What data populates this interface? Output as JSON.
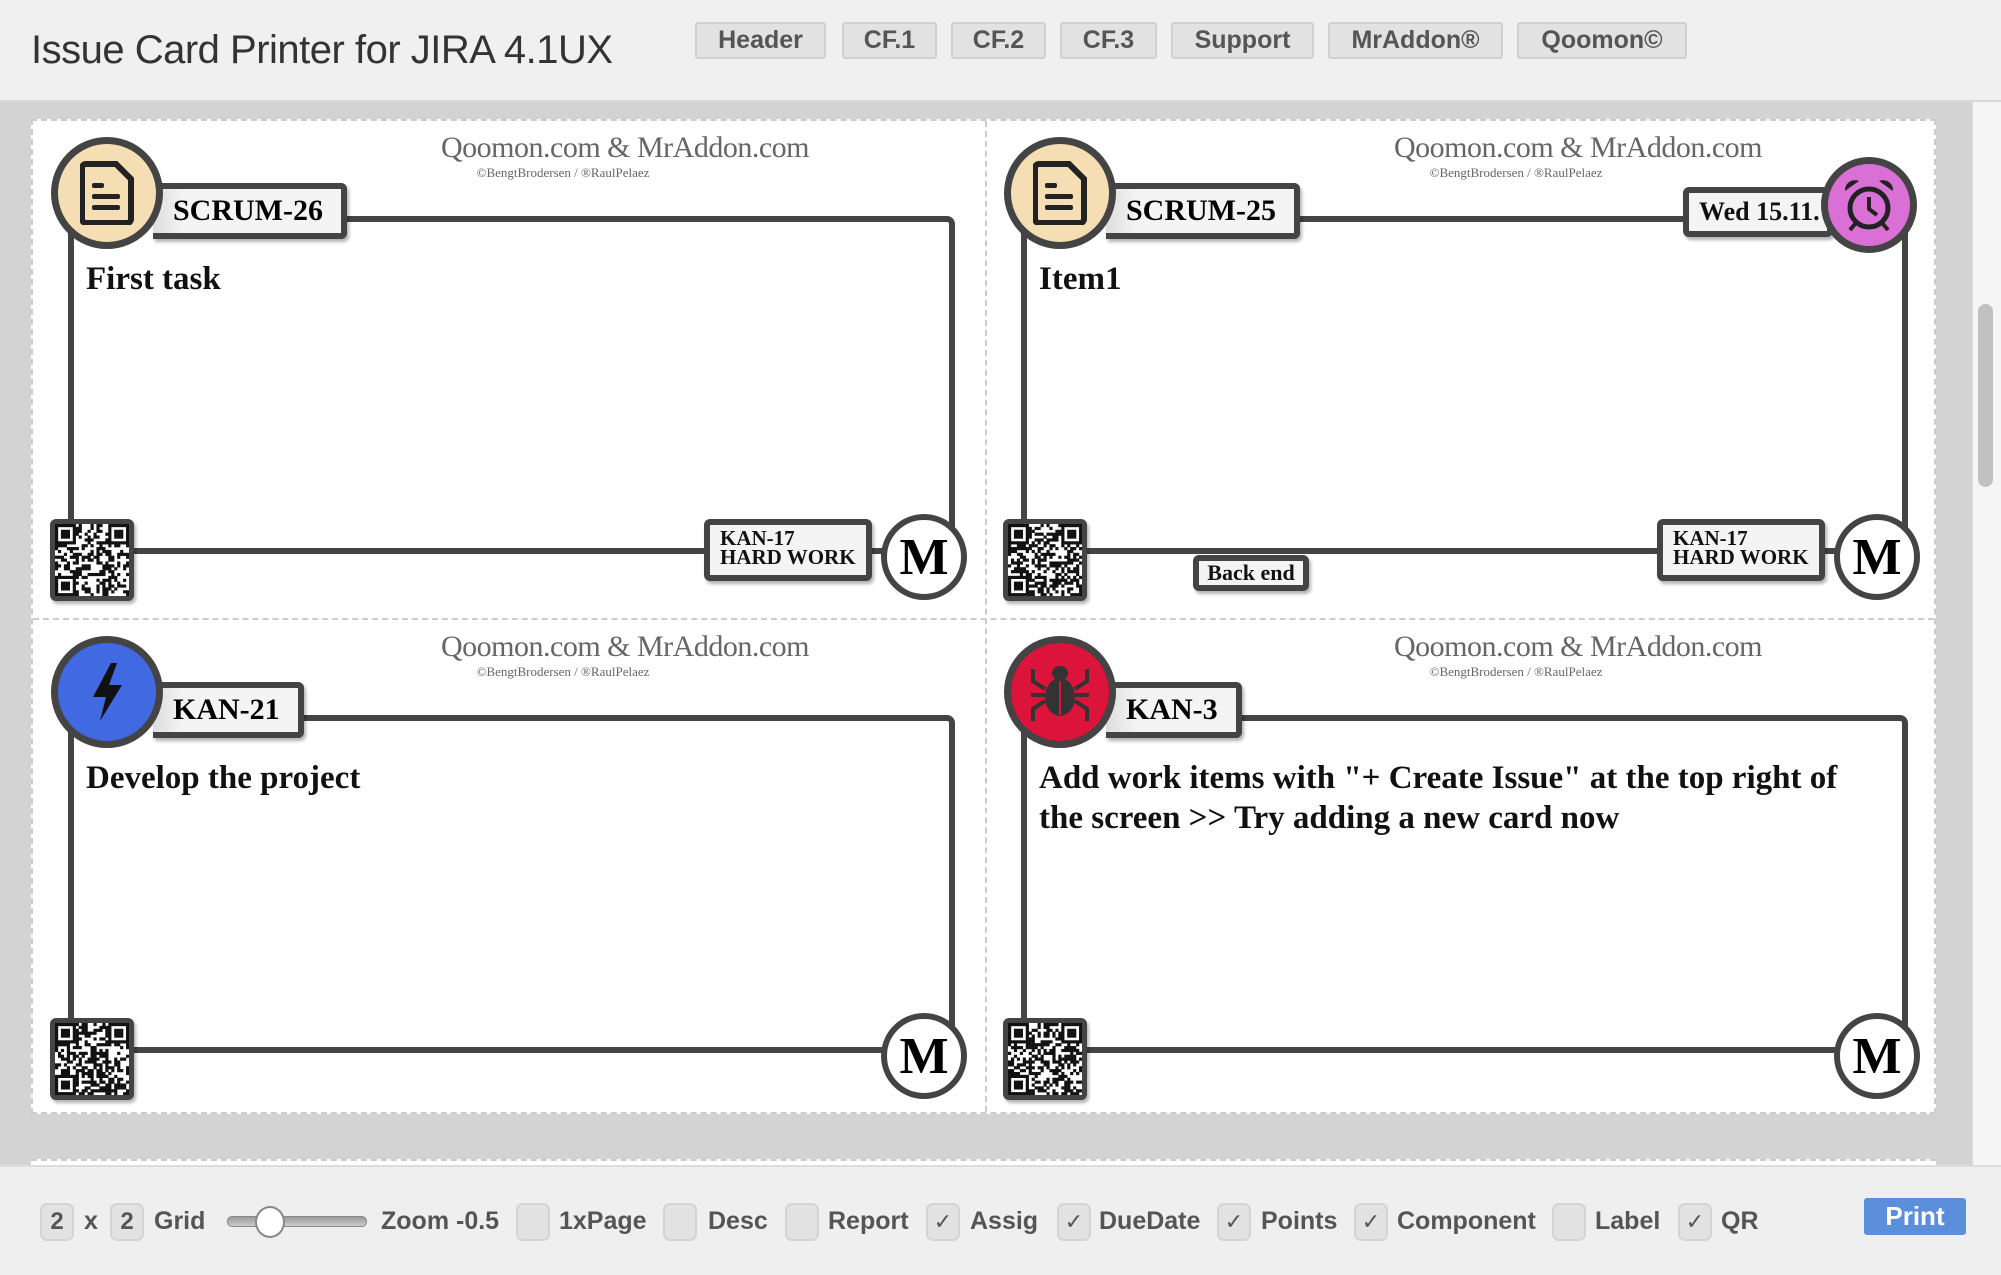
{
  "header": {
    "title": "Issue Card Printer for JIRA 4.1UX",
    "buttons": [
      "Header",
      "CF.1",
      "CF.2",
      "CF.3",
      "Support",
      "MrAddon®",
      "Qoomon©"
    ]
  },
  "watermark": {
    "main": "Qoomon.com & MrAddon.com",
    "sub": "©BengtBrodersen / ®RaulPelaez"
  },
  "cards": [
    {
      "key": "SCRUM-26",
      "summary": "First task",
      "type_icon": "document-icon",
      "type_color": "#f5deb3",
      "component": [
        "KAN-17",
        "HARD WORK"
      ],
      "assignee": "M"
    },
    {
      "key": "SCRUM-25",
      "summary": "Item1",
      "type_icon": "document-icon",
      "type_color": "#f5deb3",
      "due": "Wed 15.11.",
      "due_icon": "alarm-clock-icon",
      "label": "Back end",
      "component": [
        "KAN-17",
        "HARD WORK"
      ],
      "assignee": "M"
    },
    {
      "key": "KAN-21",
      "summary": "Develop the project",
      "type_icon": "bolt-icon",
      "type_color": "#4169e1",
      "assignee": "M"
    },
    {
      "key": "KAN-3",
      "summary": "Add work items with \"+ Create Issue\" at the top right of the screen >> Try adding a new card now",
      "type_icon": "bug-icon",
      "type_color": "#dc143c",
      "assignee": "M"
    }
  ],
  "footer": {
    "rows": "2",
    "x": "x",
    "cols": "2",
    "grid": "Grid",
    "zoom": "Zoom -0.5",
    "zoom_value": -0.5,
    "options": [
      {
        "label": "1xPage",
        "checked": false
      },
      {
        "label": "Desc",
        "checked": false
      },
      {
        "label": "Report",
        "checked": false
      },
      {
        "label": "Assig",
        "checked": true
      },
      {
        "label": "DueDate",
        "checked": true
      },
      {
        "label": "Points",
        "checked": true
      },
      {
        "label": "Component",
        "checked": true
      },
      {
        "label": "Label",
        "checked": false
      },
      {
        "label": "QR",
        "checked": true
      }
    ],
    "print": "Print",
    "check_mark": "✓"
  }
}
